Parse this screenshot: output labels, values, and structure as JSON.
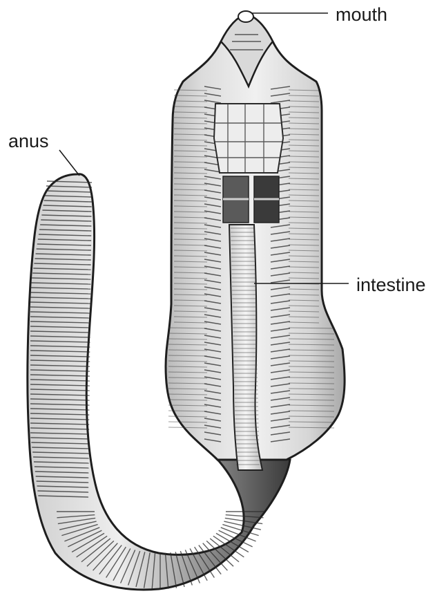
{
  "labels": {
    "mouth": "mouth",
    "anus": "anus",
    "intestine": "intestine"
  },
  "colors": {
    "ink": "#1a1a1a",
    "body_light": "#e7e7e7",
    "body_mid": "#9a9a9a",
    "body_dark": "#3c3c3c",
    "gizzard": "#f3f3f3"
  }
}
